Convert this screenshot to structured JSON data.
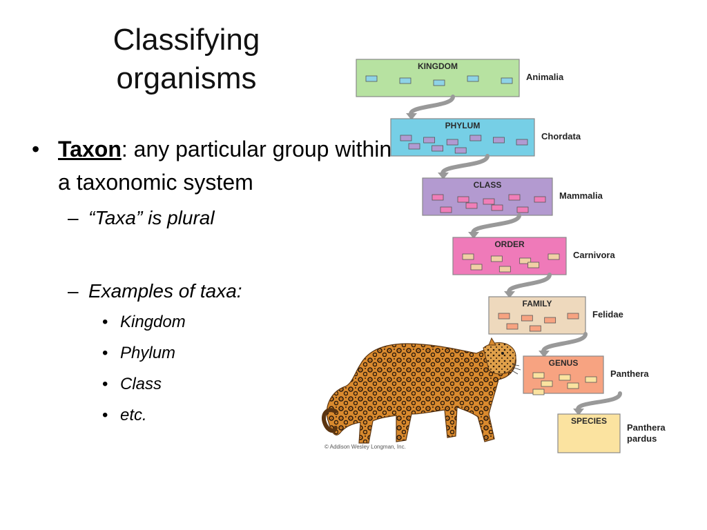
{
  "slide": {
    "title_line1": "Classifying",
    "title_line2": "organisms",
    "bullets": {
      "taxon_term": "Taxon",
      "taxon_definition": ": any particular group within a taxonomic system",
      "plural_note": "“Taxa” is plural",
      "examples_label": "Examples of taxa:",
      "examples": [
        "Kingdom",
        "Phylum",
        "Class",
        "etc."
      ]
    }
  },
  "diagram": {
    "credit": "© Addison Wesley Longman, Inc.",
    "levels": [
      {
        "rank": "KINGDOM",
        "taxon": "Animalia",
        "fill": "#b7e2a1",
        "item_fill": "#8ed3e6"
      },
      {
        "rank": "PHYLUM",
        "taxon": "Chordata",
        "fill": "#76cfe6",
        "item_fill": "#b09bd2"
      },
      {
        "rank": "CLASS",
        "taxon": "Mammalia",
        "fill": "#b39ad0",
        "item_fill": "#f07eb8"
      },
      {
        "rank": "ORDER",
        "taxon": "Carnivora",
        "fill": "#ef7ab9",
        "item_fill": "#f1d0a6"
      },
      {
        "rank": "FAMILY",
        "taxon": "Felidae",
        "fill": "#eed9bd",
        "item_fill": "#f7a381"
      },
      {
        "rank": "GENUS",
        "taxon": "Panthera",
        "fill": "#f7a381",
        "item_fill": "#fbe3a0"
      },
      {
        "rank": "SPECIES",
        "taxon": "Panthera pardus",
        "taxon_line1": "Panthera",
        "taxon_line2": "pardus",
        "fill": "#fbe3a0",
        "item_fill": "#fbe3a0"
      }
    ]
  }
}
